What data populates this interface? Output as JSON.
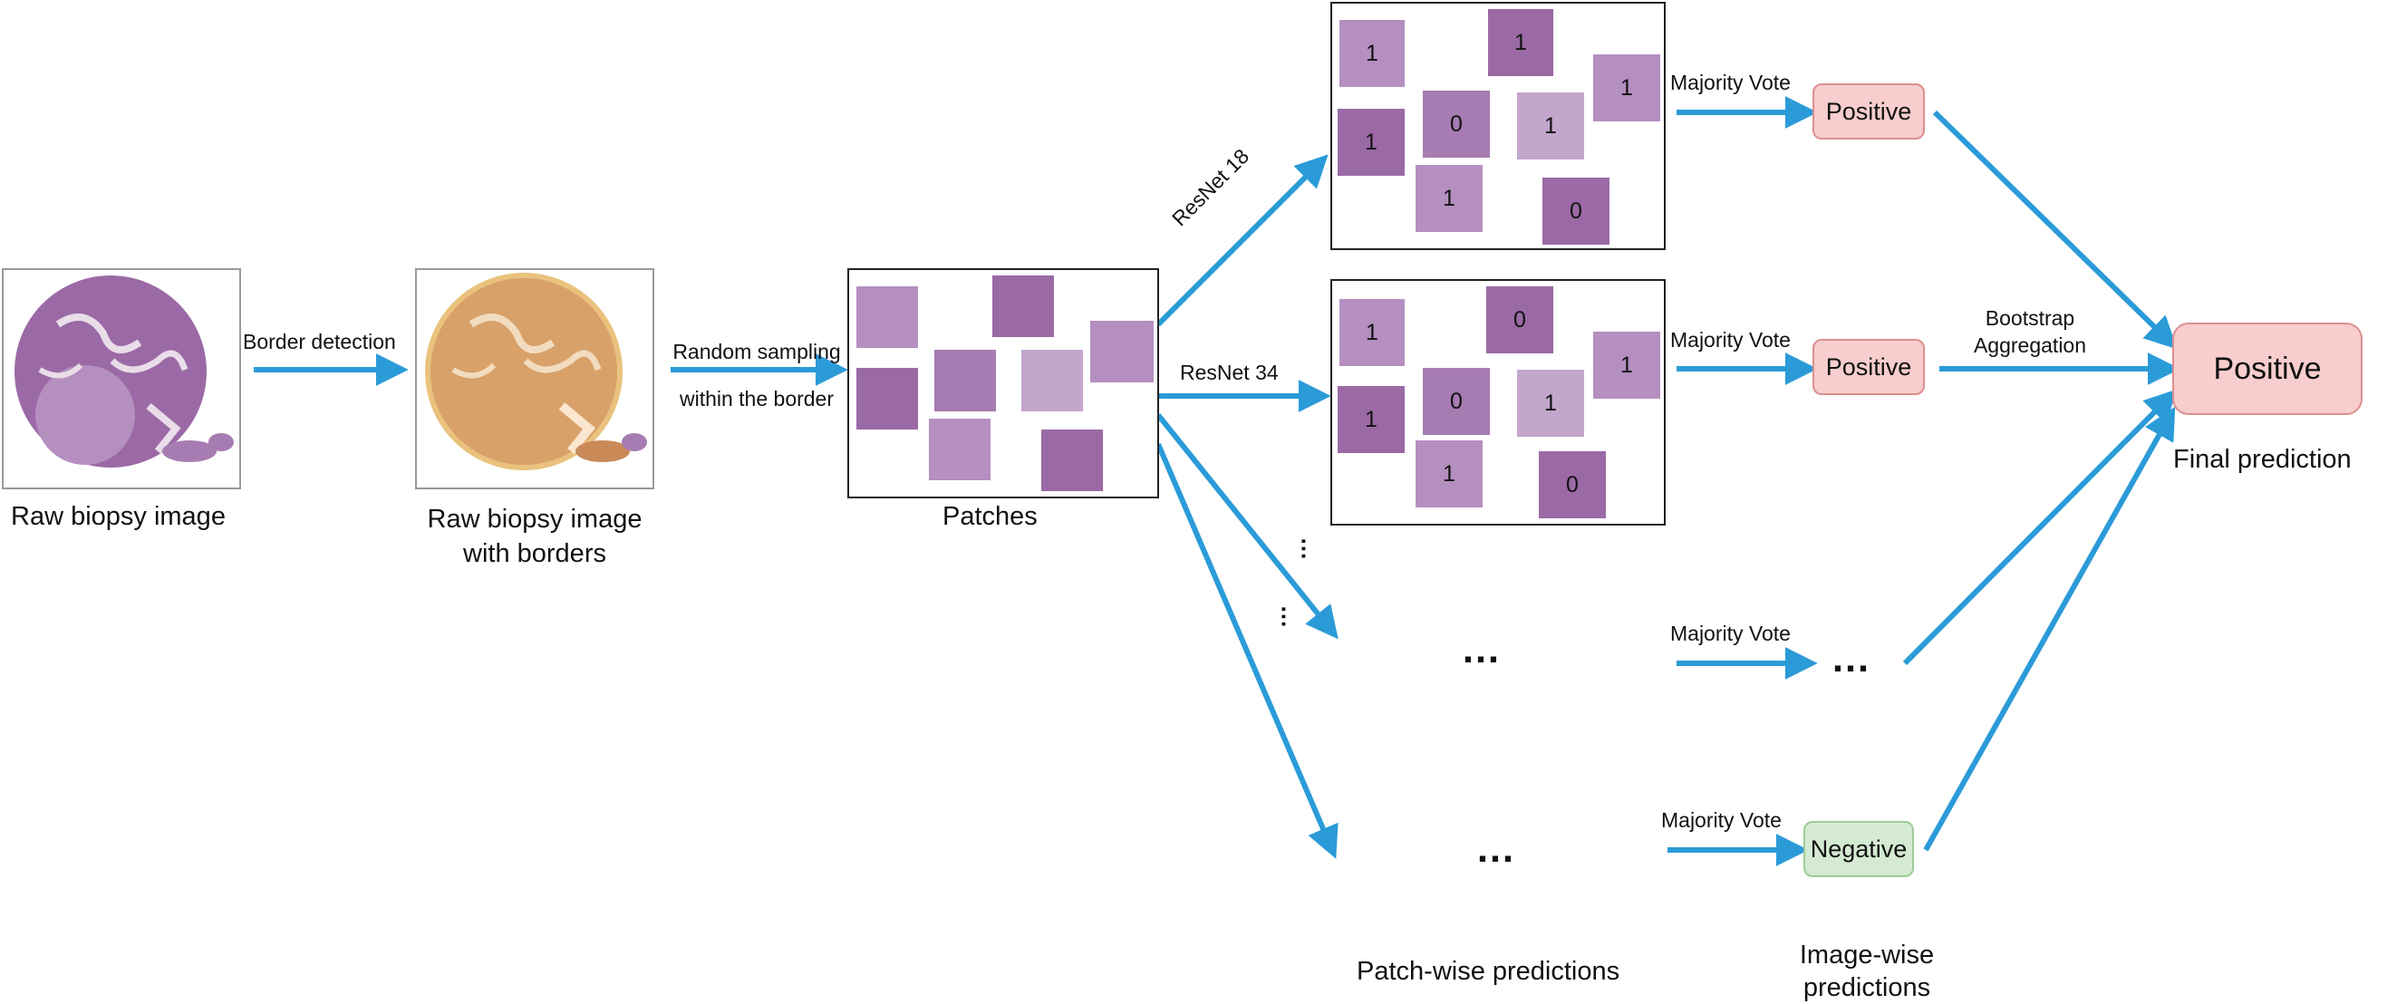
{
  "steps": {
    "raw": "Raw biopsy image",
    "raw_borders_line1": "Raw biopsy image",
    "raw_borders_line2": "with borders",
    "patches": "Patches",
    "border_detection": "Border detection",
    "random_sampling_line1": "Random sampling",
    "random_sampling_line2": "within the border"
  },
  "models": {
    "resnet18": "ResNet 18",
    "resnet34": "ResNet 34"
  },
  "patch_sets": {
    "top": [
      "1",
      "1",
      "1",
      "1",
      "0",
      "1",
      "1",
      "0"
    ],
    "middle": [
      "1",
      "0",
      "1",
      "1",
      "0",
      "1",
      "1",
      "0"
    ]
  },
  "majority_vote": "Majority Vote",
  "image_predictions": {
    "first": "Positive",
    "second": "Positive",
    "third": "…",
    "fourth": "Negative"
  },
  "ellipsis": "…",
  "bootstrap_line1": "Bootstrap",
  "bootstrap_line2": "Aggregation",
  "final_box": "Positive",
  "final_label": "Final prediction",
  "bottom": {
    "patch_wise": "Patch-wise predictions",
    "image_wise_line1": "Image-wise",
    "image_wise_line2": "predictions"
  },
  "colors": {
    "arrow": "#2b9bd8",
    "positive_fill": "#f8cdcd",
    "negative_fill": "#d4ead2",
    "tissue": "#9b6aa6"
  }
}
